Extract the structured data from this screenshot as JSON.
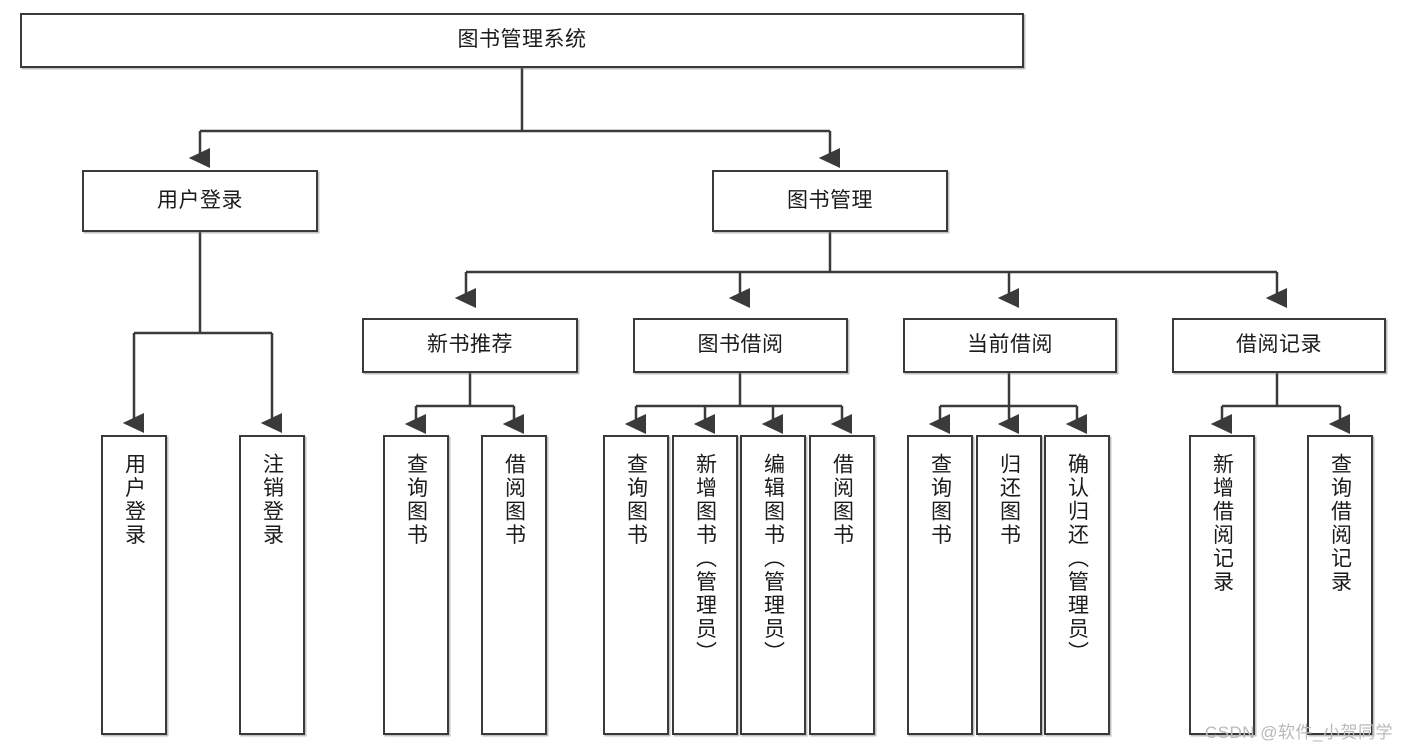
{
  "diagram": {
    "type": "tree-hierarchy",
    "title": "图书管理系统",
    "watermark": "CSDN @软件_小贺同学",
    "colors": {
      "box_border": "#3a3a3a",
      "box_fill": "#ffffff",
      "connector": "#3a3a3a",
      "text": "#1b1b1b",
      "watermark": "#b9b9b9"
    },
    "root": {
      "label": "图书管理系统"
    },
    "level1": [
      {
        "label": "用户登录"
      },
      {
        "label": "图书管理"
      }
    ],
    "level2": [
      {
        "label": "新书推荐"
      },
      {
        "label": "图书借阅"
      },
      {
        "label": "当前借阅"
      },
      {
        "label": "借阅记录"
      }
    ],
    "leaves": {
      "user_login": [
        {
          "label": "用户登录"
        },
        {
          "label": "注销登录"
        }
      ],
      "new_book": [
        {
          "label": "查询图书"
        },
        {
          "label": "借阅图书"
        }
      ],
      "book_borrow": [
        {
          "label": "查询图书"
        },
        {
          "label": "新增图书（管理员）"
        },
        {
          "label": "编辑图书（管理员）"
        },
        {
          "label": "借阅图书"
        }
      ],
      "current_borrow": [
        {
          "label": "查询图书"
        },
        {
          "label": "归还图书"
        },
        {
          "label": "确认归还（管理员）"
        }
      ],
      "borrow_record": [
        {
          "label": "新增借阅记录"
        },
        {
          "label": "查询借阅记录"
        }
      ]
    }
  }
}
